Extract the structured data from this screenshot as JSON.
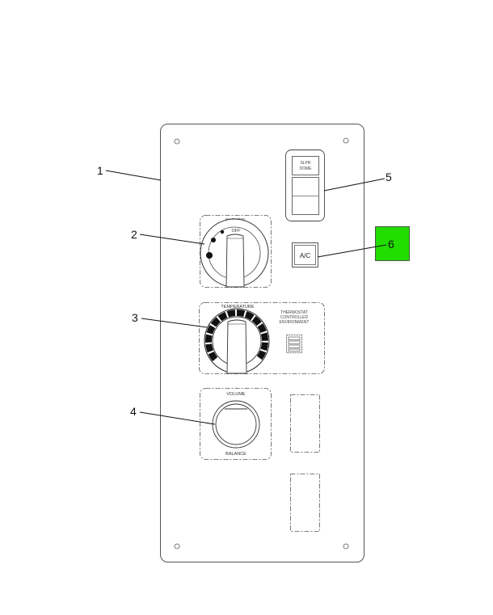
{
  "diagram": {
    "title": "Control Panel Assembly",
    "callouts": [
      {
        "id": "1",
        "label": "1",
        "target": "panel"
      },
      {
        "id": "2",
        "label": "2",
        "target": "blower-switch"
      },
      {
        "id": "3",
        "label": "3",
        "target": "temperature-control"
      },
      {
        "id": "4",
        "label": "4",
        "target": "volume-balance-control"
      },
      {
        "id": "5",
        "label": "5",
        "target": "sleeper-dome-switch"
      },
      {
        "id": "6",
        "label": "6",
        "target": "ac-switch",
        "highlighted": true,
        "highlight_color": "#22dd00"
      }
    ],
    "blower": {
      "label": "BLOWER",
      "position": "OFF"
    },
    "temperature": {
      "label": "TEMPERATURE",
      "thermostat_lines": [
        "THERMOSTAT",
        "CONTROLLED",
        "ENVIRONMENT"
      ]
    },
    "volume": {
      "top_label": "VOLUME",
      "bottom_label": "BALANCE"
    },
    "sleeper_dome": {
      "lines": [
        "SLPR",
        "DOME"
      ]
    },
    "ac": {
      "label": "A/C"
    }
  }
}
